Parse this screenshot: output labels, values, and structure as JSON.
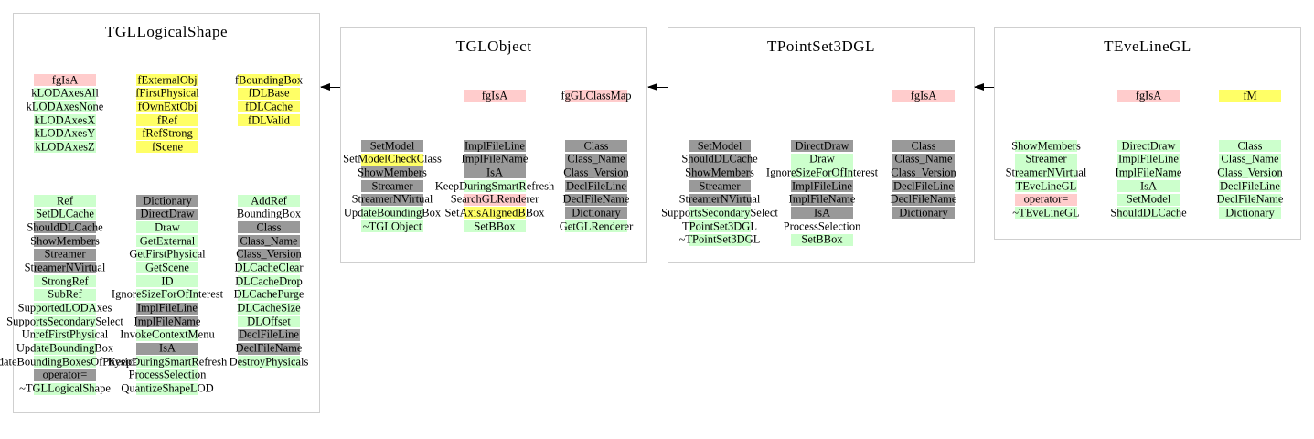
{
  "palette": {
    "pink": "#ffcccc",
    "green": "#ccffcc",
    "yellow": "#ffff66",
    "gray": "#999999"
  },
  "classes": [
    {
      "name": "TGLLogicalShape",
      "members": {
        "col1": [
          {
            "t": "fgIsA",
            "c": "pink"
          },
          {
            "t": "kLODAxesAll",
            "c": "green"
          },
          {
            "t": "kLODAxesNone",
            "c": "green"
          },
          {
            "t": "kLODAxesX",
            "c": "green"
          },
          {
            "t": "kLODAxesY",
            "c": "green"
          },
          {
            "t": "kLODAxesZ",
            "c": "green"
          }
        ],
        "col2": [
          {
            "t": "fExternalObj",
            "c": "yellow"
          },
          {
            "t": "fFirstPhysical",
            "c": "yellow"
          },
          {
            "t": "fOwnExtObj",
            "c": "yellow"
          },
          {
            "t": "fRef",
            "c": "yellow"
          },
          {
            "t": "fRefStrong",
            "c": "yellow"
          },
          {
            "t": "fScene",
            "c": "yellow"
          }
        ],
        "col3": [
          {
            "t": "fBoundingBox",
            "c": "yellow"
          },
          {
            "t": "fDLBase",
            "c": "yellow"
          },
          {
            "t": "fDLCache",
            "c": "yellow"
          },
          {
            "t": "fDLValid",
            "c": "yellow"
          }
        ]
      },
      "methods": {
        "col1": [
          {
            "t": "Ref",
            "c": "green"
          },
          {
            "t": "SetDLCache",
            "c": "green"
          },
          {
            "t": "ShouldDLCache",
            "c": "gray"
          },
          {
            "t": "ShowMembers",
            "c": "gray"
          },
          {
            "t": "Streamer",
            "c": "gray"
          },
          {
            "t": "StreamerNVirtual",
            "c": "gray"
          },
          {
            "t": "StrongRef",
            "c": "green"
          },
          {
            "t": "SubRef",
            "c": "green"
          },
          {
            "t": "SupportedLODAxes",
            "c": "green"
          },
          {
            "t": "SupportsSecondarySelect",
            "c": "green"
          },
          {
            "t": "UnrefFirstPhysical",
            "c": "green"
          },
          {
            "t": "UpdateBoundingBox",
            "c": "green"
          },
          {
            "t": "UpdateBoundingBoxesOfPhysicals",
            "c": "green"
          },
          {
            "t": "operator=",
            "c": "gray"
          },
          {
            "t": "~TGLLogicalShape",
            "c": "green"
          }
        ],
        "col2": [
          {
            "t": "Dictionary",
            "c": "gray"
          },
          {
            "t": "DirectDraw",
            "c": "gray"
          },
          {
            "t": "Draw",
            "c": "green"
          },
          {
            "t": "GetExternal",
            "c": "green"
          },
          {
            "t": "GetFirstPhysical",
            "c": "green"
          },
          {
            "t": "GetScene",
            "c": "green"
          },
          {
            "t": "ID",
            "c": "green"
          },
          {
            "t": "IgnoreSizeForOfInterest",
            "c": "green"
          },
          {
            "t": "ImplFileLine",
            "c": "gray"
          },
          {
            "t": "ImplFileName",
            "c": "gray"
          },
          {
            "t": "InvokeContextMenu",
            "c": "green"
          },
          {
            "t": "IsA",
            "c": "gray"
          },
          {
            "t": "KeepDuringSmartRefresh",
            "c": "green"
          },
          {
            "t": "ProcessSelection",
            "c": "green"
          },
          {
            "t": "QuantizeShapeLOD",
            "c": "green"
          }
        ],
        "col3": [
          {
            "t": "AddRef",
            "c": "green"
          },
          {
            "t": "BoundingBox",
            "c": "none"
          },
          {
            "t": "Class",
            "c": "gray"
          },
          {
            "t": "Class_Name",
            "c": "gray"
          },
          {
            "t": "Class_Version",
            "c": "gray"
          },
          {
            "t": "DLCacheClear",
            "c": "green"
          },
          {
            "t": "DLCacheDrop",
            "c": "green"
          },
          {
            "t": "DLCachePurge",
            "c": "green"
          },
          {
            "t": "DLCacheSize",
            "c": "green"
          },
          {
            "t": "DLOffset",
            "c": "green"
          },
          {
            "t": "DeclFileLine",
            "c": "gray"
          },
          {
            "t": "DeclFileName",
            "c": "gray"
          },
          {
            "t": "DestroyPhysicals",
            "c": "green"
          }
        ]
      }
    },
    {
      "name": "TGLObject",
      "members": {
        "col1": [],
        "col2": [
          {
            "t": "fgIsA",
            "c": "pink"
          }
        ],
        "col3": [
          {
            "t": "fgGLClassMap",
            "c": "pink"
          }
        ]
      },
      "methods": {
        "col1": [
          {
            "t": "SetModel",
            "c": "gray"
          },
          {
            "t": "SetModelCheckClass",
            "c": "yellow"
          },
          {
            "t": "ShowMembers",
            "c": "gray"
          },
          {
            "t": "Streamer",
            "c": "gray"
          },
          {
            "t": "StreamerNVirtual",
            "c": "gray"
          },
          {
            "t": "UpdateBoundingBox",
            "c": "green"
          },
          {
            "t": "~TGLObject",
            "c": "green"
          }
        ],
        "col2": [
          {
            "t": "ImplFileLine",
            "c": "gray"
          },
          {
            "t": "ImplFileName",
            "c": "gray"
          },
          {
            "t": "IsA",
            "c": "gray"
          },
          {
            "t": "KeepDuringSmartRefresh",
            "c": "green"
          },
          {
            "t": "SearchGLRenderer",
            "c": "pink"
          },
          {
            "t": "SetAxisAlignedBBox",
            "c": "yellow"
          },
          {
            "t": "SetBBox",
            "c": "green"
          }
        ],
        "col3": [
          {
            "t": "Class",
            "c": "gray"
          },
          {
            "t": "Class_Name",
            "c": "gray"
          },
          {
            "t": "Class_Version",
            "c": "gray"
          },
          {
            "t": "DeclFileLine",
            "c": "gray"
          },
          {
            "t": "DeclFileName",
            "c": "gray"
          },
          {
            "t": "Dictionary",
            "c": "gray"
          },
          {
            "t": "GetGLRenderer",
            "c": "green"
          }
        ]
      }
    },
    {
      "name": "TPointSet3DGL",
      "members": {
        "col1": [],
        "col2": [],
        "col3": [
          {
            "t": "fgIsA",
            "c": "pink"
          }
        ]
      },
      "methods": {
        "col1": [
          {
            "t": "SetModel",
            "c": "gray"
          },
          {
            "t": "ShouldDLCache",
            "c": "gray"
          },
          {
            "t": "ShowMembers",
            "c": "gray"
          },
          {
            "t": "Streamer",
            "c": "gray"
          },
          {
            "t": "StreamerNVirtual",
            "c": "gray"
          },
          {
            "t": "SupportsSecondarySelect",
            "c": "green"
          },
          {
            "t": "TPointSet3DGL",
            "c": "green"
          },
          {
            "t": "~TPointSet3DGL",
            "c": "green"
          }
        ],
        "col2": [
          {
            "t": "DirectDraw",
            "c": "gray"
          },
          {
            "t": "Draw",
            "c": "green"
          },
          {
            "t": "IgnoreSizeForOfInterest",
            "c": "green"
          },
          {
            "t": "ImplFileLine",
            "c": "gray"
          },
          {
            "t": "ImplFileName",
            "c": "gray"
          },
          {
            "t": "IsA",
            "c": "gray"
          },
          {
            "t": "ProcessSelection",
            "c": "none"
          },
          {
            "t": "SetBBox",
            "c": "green"
          }
        ],
        "col3": [
          {
            "t": "Class",
            "c": "gray"
          },
          {
            "t": "Class_Name",
            "c": "gray"
          },
          {
            "t": "Class_Version",
            "c": "gray"
          },
          {
            "t": "DeclFileLine",
            "c": "gray"
          },
          {
            "t": "DeclFileName",
            "c": "gray"
          },
          {
            "t": "Dictionary",
            "c": "gray"
          }
        ]
      }
    },
    {
      "name": "TEveLineGL",
      "members": {
        "col1": [],
        "col2": [
          {
            "t": "fgIsA",
            "c": "pink"
          }
        ],
        "col3": [
          {
            "t": "fM",
            "c": "yellow"
          }
        ]
      },
      "methods": {
        "col1": [
          {
            "t": "ShowMembers",
            "c": "green"
          },
          {
            "t": "Streamer",
            "c": "green"
          },
          {
            "t": "StreamerNVirtual",
            "c": "green"
          },
          {
            "t": "TEveLineGL",
            "c": "green"
          },
          {
            "t": "operator=",
            "c": "pink"
          },
          {
            "t": "~TEveLineGL",
            "c": "green"
          }
        ],
        "col2": [
          {
            "t": "DirectDraw",
            "c": "green"
          },
          {
            "t": "ImplFileLine",
            "c": "green"
          },
          {
            "t": "ImplFileName",
            "c": "green"
          },
          {
            "t": "IsA",
            "c": "green"
          },
          {
            "t": "SetModel",
            "c": "green"
          },
          {
            "t": "ShouldDLCache",
            "c": "green"
          }
        ],
        "col3": [
          {
            "t": "Class",
            "c": "green"
          },
          {
            "t": "Class_Name",
            "c": "green"
          },
          {
            "t": "Class_Version",
            "c": "green"
          },
          {
            "t": "DeclFileLine",
            "c": "green"
          },
          {
            "t": "DeclFileName",
            "c": "green"
          },
          {
            "t": "Dictionary",
            "c": "green"
          }
        ]
      }
    }
  ],
  "relations": [
    {
      "from": "TGLObject",
      "to": "TGLLogicalShape"
    },
    {
      "from": "TPointSet3DGL",
      "to": "TGLObject"
    },
    {
      "from": "TEveLineGL",
      "to": "TPointSet3DGL"
    }
  ]
}
